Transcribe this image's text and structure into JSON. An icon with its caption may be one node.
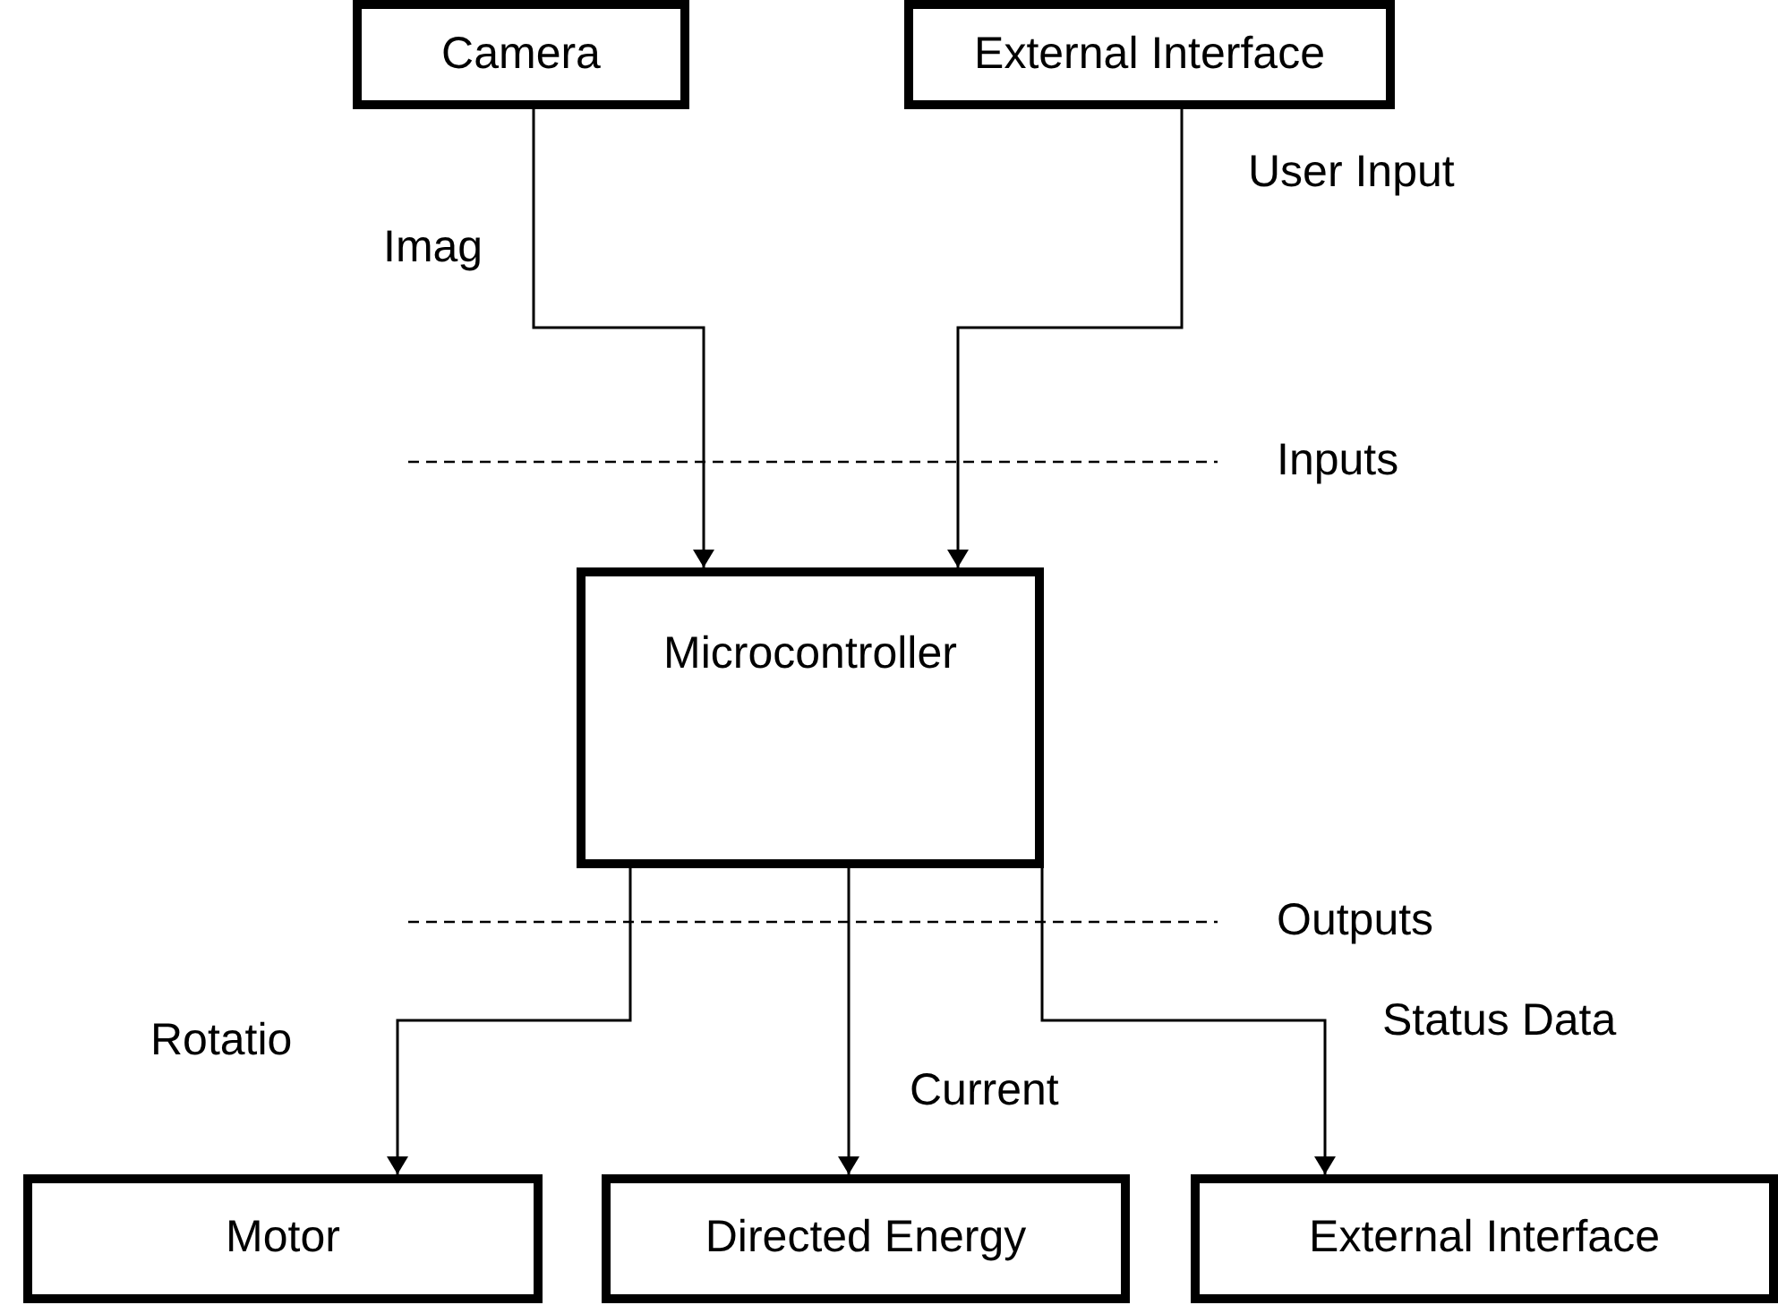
{
  "diagram": {
    "nodes": [
      {
        "text": [
          "Camera"
        ]
      },
      {
        "text": [
          "External Interface"
        ]
      },
      {
        "text": [
          "Microcontroller"
        ]
      },
      {
        "text": [
          "Motor"
        ]
      },
      {
        "text": [
          "Directed Energy"
        ]
      },
      {
        "text": [
          "External Interface"
        ]
      }
    ],
    "edges": [
      {
        "from": 0,
        "to": 2,
        "arrow": "to",
        "label": "Imag"
      },
      {
        "from": 1,
        "to": 2,
        "arrow": "to",
        "label": "User Input"
      },
      {
        "from": 2,
        "to": 3,
        "arrow": "to",
        "label": "Rotatio"
      },
      {
        "from": 2,
        "to": 4,
        "arrow": "to",
        "label": "Current"
      },
      {
        "from": 2,
        "to": 5,
        "arrow": "to",
        "label": "Status Data"
      }
    ],
    "labels": [
      "Inputs",
      "Outputs"
    ]
  }
}
